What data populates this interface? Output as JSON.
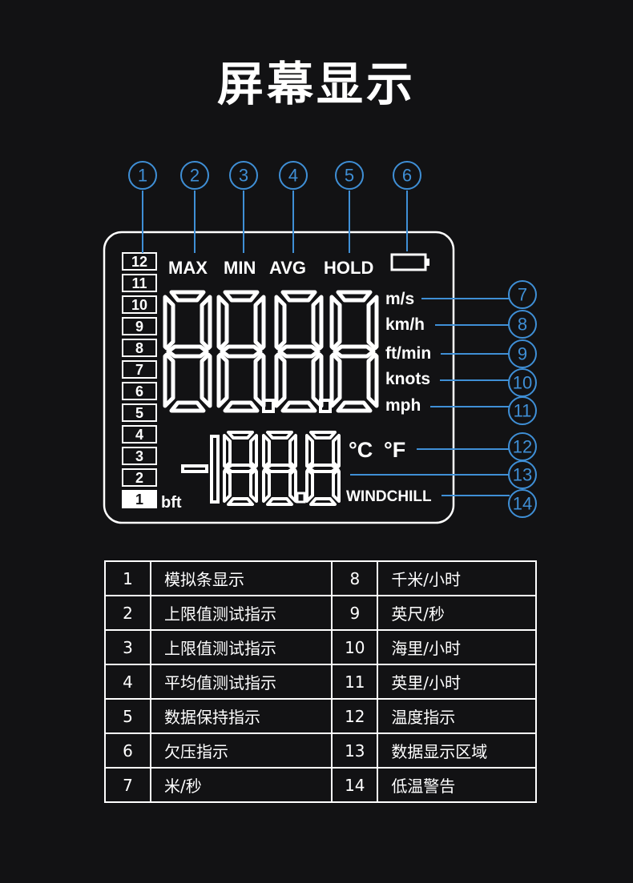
{
  "title": "屏幕显示",
  "lcd": {
    "indicators": [
      "MAX",
      "MIN",
      "AVG",
      "HOLD"
    ],
    "bar_levels": [
      "12",
      "11",
      "10",
      "9",
      "8",
      "7",
      "6",
      "5",
      "4",
      "3",
      "2",
      "1"
    ],
    "bar_unit": "bft",
    "speed_units": [
      "m/s",
      "km/h",
      "ft/min",
      "knots",
      "mph"
    ],
    "temp_units": [
      "°C",
      "°F"
    ],
    "windchill": "WINDCHILL"
  },
  "callouts": [
    "1",
    "2",
    "3",
    "4",
    "5",
    "6",
    "7",
    "8",
    "9",
    "10",
    "11",
    "12",
    "13",
    "14"
  ],
  "legend": [
    {
      "num": "1",
      "desc": "模拟条显示",
      "num2": "8",
      "desc2": "千米/小时"
    },
    {
      "num": "2",
      "desc": "上限值测试指示",
      "num2": "9",
      "desc2": "英尺/秒"
    },
    {
      "num": "3",
      "desc": "上限值测试指示",
      "num2": "10",
      "desc2": "海里/小时"
    },
    {
      "num": "4",
      "desc": "平均值测试指示",
      "num2": "11",
      "desc2": "英里/小时"
    },
    {
      "num": "5",
      "desc": "数据保持指示",
      "num2": "12",
      "desc2": "温度指示"
    },
    {
      "num": "6",
      "desc": "欠压指示",
      "num2": "13",
      "desc2": "数据显示区域"
    },
    {
      "num": "7",
      "desc": "米/秒",
      "num2": "14",
      "desc2": "低温警告"
    }
  ],
  "colors": {
    "background": "#121214",
    "callout": "#3f8fd6",
    "lcd_border": "#ffffff"
  }
}
